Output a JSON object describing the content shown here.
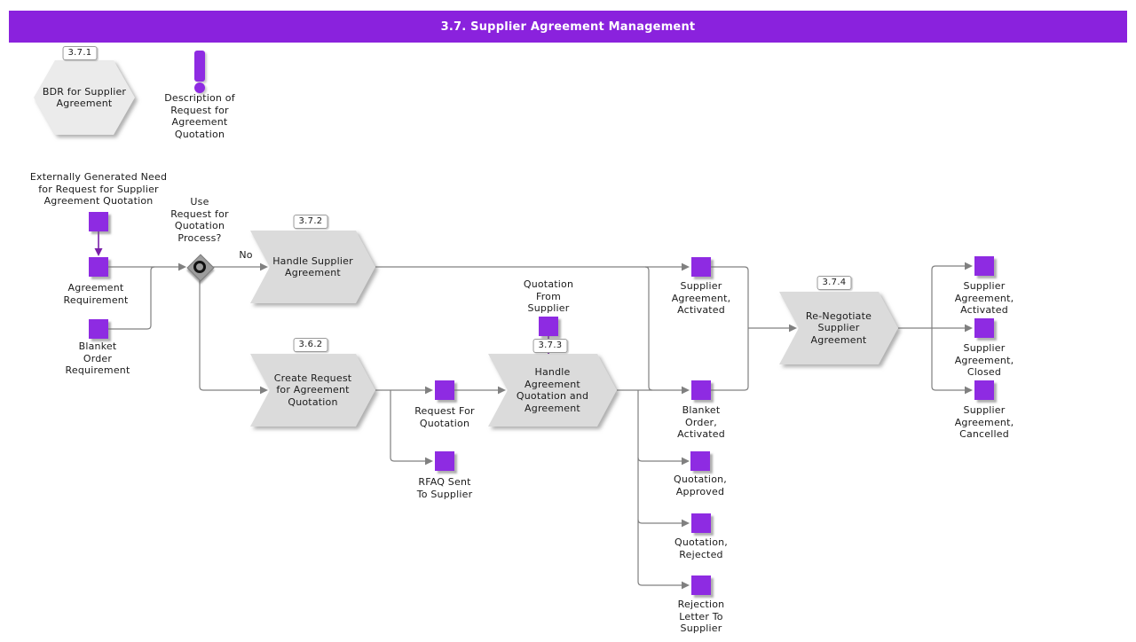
{
  "title": "3.7. Supplier Agreement Management",
  "colors": {
    "header_purple": "#8a22dd",
    "doc_purple": "#8e2be2",
    "purple_arrow": "#7a1fa8",
    "process_gray": "#dbdbdb",
    "hexagon_gray": "#ebebeb",
    "connector_gray": "#808080"
  },
  "nodes": {
    "bdr": {
      "badge": "3.7.1",
      "label": "BDR for Supplier\nAgreement"
    },
    "note": {
      "label": "Description of\nRequest for\nAgreement\nQuotation"
    },
    "ext_need": {
      "label": "Externally Generated Need\nfor Request for Supplier\nAgreement Quotation"
    },
    "agreement_requirement": {
      "label": "Agreement\nRequirement"
    },
    "blanket_order_requirement": {
      "label": "Blanket\nOrder\nRequirement"
    },
    "gateway": {
      "label": "Use\nRequest for\nQuotation\nProcess?",
      "branch_no": "No"
    },
    "handle_supplier_agreement": {
      "badge": "3.7.2",
      "label": "Handle Supplier\nAgreement"
    },
    "create_request": {
      "badge": "3.6.2",
      "label": "Create Request\nfor Agreement\nQuotation"
    },
    "request_for_quotation": {
      "label": "Request For\nQuotation"
    },
    "rfaq_sent": {
      "label": "RFAQ Sent\nTo Supplier"
    },
    "quotation_from_supplier": {
      "label": "Quotation\nFrom\nSupplier"
    },
    "handle_agreement_quotation": {
      "badge": "3.7.3",
      "label": "Handle\nAgreement\nQuotation and\nAgreement"
    },
    "supplier_agreement_activated_mid": {
      "label": "Supplier\nAgreement,\nActivated"
    },
    "blanket_order_activated": {
      "label": "Blanket\nOrder,\nActivated"
    },
    "quotation_approved": {
      "label": "Quotation,\nApproved"
    },
    "quotation_rejected": {
      "label": "Quotation,\nRejected"
    },
    "rejection_letter": {
      "label": "Rejection\nLetter To\nSupplier"
    },
    "renegotiate": {
      "badge": "3.7.4",
      "label": "Re-Negotiate\nSupplier\nAgreement"
    },
    "supplier_agreement_activated_end": {
      "label": "Supplier\nAgreement,\nActivated"
    },
    "supplier_agreement_closed": {
      "label": "Supplier\nAgreement,\nClosed"
    },
    "supplier_agreement_cancelled": {
      "label": "Supplier\nAgreement,\nCancelled"
    }
  }
}
